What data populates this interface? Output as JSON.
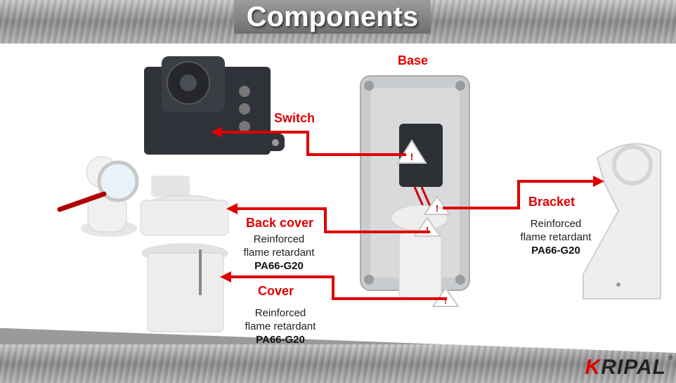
{
  "title": "Components",
  "labels": {
    "base": "Base",
    "switch": "Switch",
    "back_cover": "Back cover",
    "cover": "Cover",
    "bracket": "Bracket"
  },
  "specs": {
    "back_cover": {
      "line1": "Reinforced",
      "line2": "flame retardant",
      "material": "PA66-G20"
    },
    "cover": {
      "line1": "Reinforced",
      "line2": "flame retardant",
      "material": "PA66-G20"
    },
    "bracket": {
      "line1": "Reinforced",
      "line2": "flame retardant",
      "material": "PA66-G20"
    }
  },
  "logo": {
    "text": "RIPAL",
    "initial": "K",
    "reg": "®"
  },
  "colors": {
    "accent_red": "#e00000",
    "title_text": "#ffffff"
  }
}
